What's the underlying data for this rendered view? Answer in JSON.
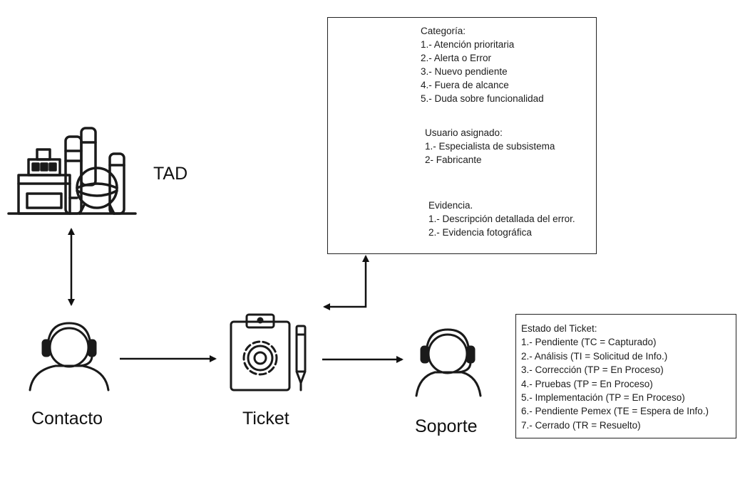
{
  "nodes": {
    "tad": {
      "label": "TAD"
    },
    "contacto": {
      "label": "Contacto"
    },
    "ticket": {
      "label": "Ticket"
    },
    "soporte": {
      "label": "Soporte"
    }
  },
  "info_box": {
    "categoria": {
      "title": "Categoría:",
      "items": [
        "1.- Atención prioritaria",
        "2.- Alerta o Error",
        "3.- Nuevo pendiente",
        "4.- Fuera de alcance",
        "5.- Duda sobre funcionalidad"
      ],
      "icon": "gear-icon"
    },
    "usuario": {
      "title": "Usuario asignado:",
      "items": [
        "1.- Especialista de subsistema",
        "2-  Fabricante"
      ],
      "icon": "headphones-icon"
    },
    "evidencia": {
      "title": "Evidencia.",
      "items": [
        "1.- Descripción detallada del error.",
        "2.- Evidencia fotográfica"
      ],
      "icon": "checklist-clipboard-icon"
    }
  },
  "status_box": {
    "title": "Estado del Ticket:",
    "items": [
      "1.- Pendiente (TC = Capturado)",
      "2.- Análisis (TI = Solicitud de Info.)",
      "3.- Corrección  (TP = En Proceso)",
      "4.- Pruebas (TP = En Proceso)",
      "5.- Implementación  (TP = En Proceso)",
      "6.- Pendiente Pemex (TE = Espera de Info.)",
      "7.- Cerrado (TR = Resuelto)"
    ]
  }
}
